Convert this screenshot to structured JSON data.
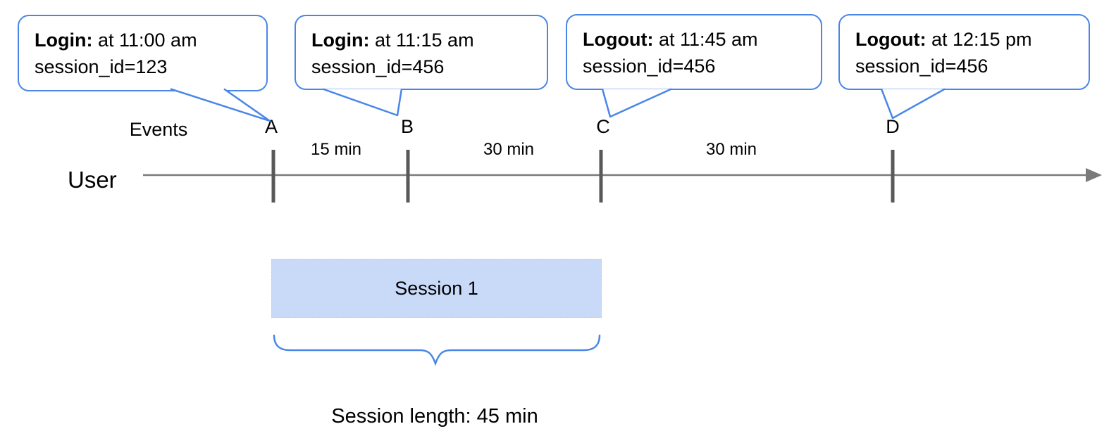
{
  "colors": {
    "accent_blue": "#4a86e8",
    "session_fill": "#c9daf8",
    "axis_gray": "#7a7a7a",
    "tick_gray": "#595959"
  },
  "callouts": [
    {
      "title": "Login:",
      "detail": " at 11:00 am",
      "session": "session_id=123"
    },
    {
      "title": "Login:",
      "detail": " at 11:15 am",
      "session": "session_id=456"
    },
    {
      "title": "Logout:",
      "detail": " at 11:45 am",
      "session": "session_id=456"
    },
    {
      "title": "Logout:",
      "detail": " at 12:15 pm",
      "session": "session_id=456"
    }
  ],
  "timeline": {
    "events_label": "Events",
    "user_label": "User",
    "tick_labels": [
      "A",
      "B",
      "C",
      "D"
    ],
    "interval_labels": [
      "15 min",
      "30 min",
      "30 min"
    ]
  },
  "session": {
    "box_label": "Session 1",
    "length_label": "Session length: 45 min"
  }
}
